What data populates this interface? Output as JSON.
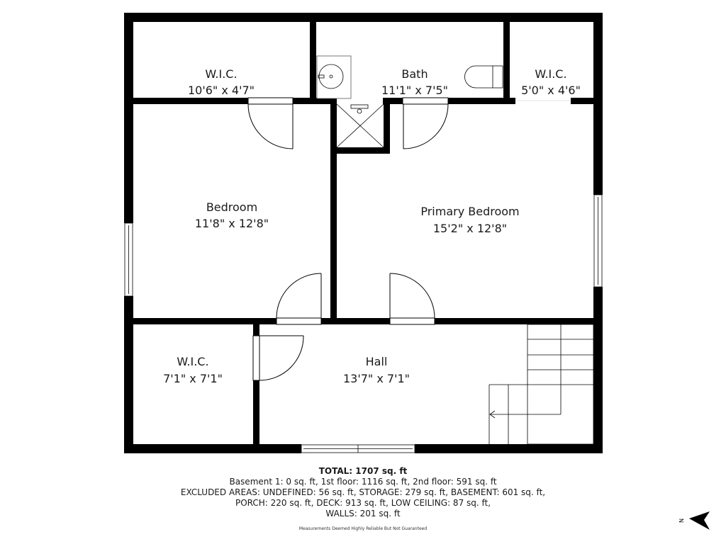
{
  "plan": {
    "rooms": [
      {
        "name": "W.I.C.",
        "dims": "10'6\" x 4'7\""
      },
      {
        "name": "Bath",
        "dims": "11'1\" x 7'5\""
      },
      {
        "name": "W.I.C.",
        "dims": "5'0\" x 4'6\""
      },
      {
        "name": "Bedroom",
        "dims": "11'8\" x 12'8\""
      },
      {
        "name": "Primary Bedroom",
        "dims": "15'2\" x 12'8\""
      },
      {
        "name": "W.I.C.",
        "dims": "7'1\" x 7'1\""
      },
      {
        "name": "Hall",
        "dims": "13'7\" x 7'1\""
      }
    ],
    "colors": {
      "wall": "#000000",
      "background": "#ffffff",
      "text": "#1a1a1a"
    }
  },
  "summary": {
    "total": "TOTAL: 1707 sq. ft",
    "lines": [
      "Basement 1: 0 sq. ft, 1st floor: 1116 sq. ft, 2nd floor: 591 sq. ft",
      "EXCLUDED AREAS: UNDEFINED: 56 sq. ft, STORAGE: 279 sq. ft, BASEMENT: 601 sq. ft,",
      "PORCH: 220 sq. ft, DECK: 913 sq. ft, LOW CEILING: 87 sq. ft,",
      "WALLS: 201 sq. ft"
    ],
    "disclaimer": "Measurements Deemed Highly Reliable But Not Guaranteed"
  },
  "compass": {
    "label": "N",
    "icon": "north-arrow-icon"
  }
}
